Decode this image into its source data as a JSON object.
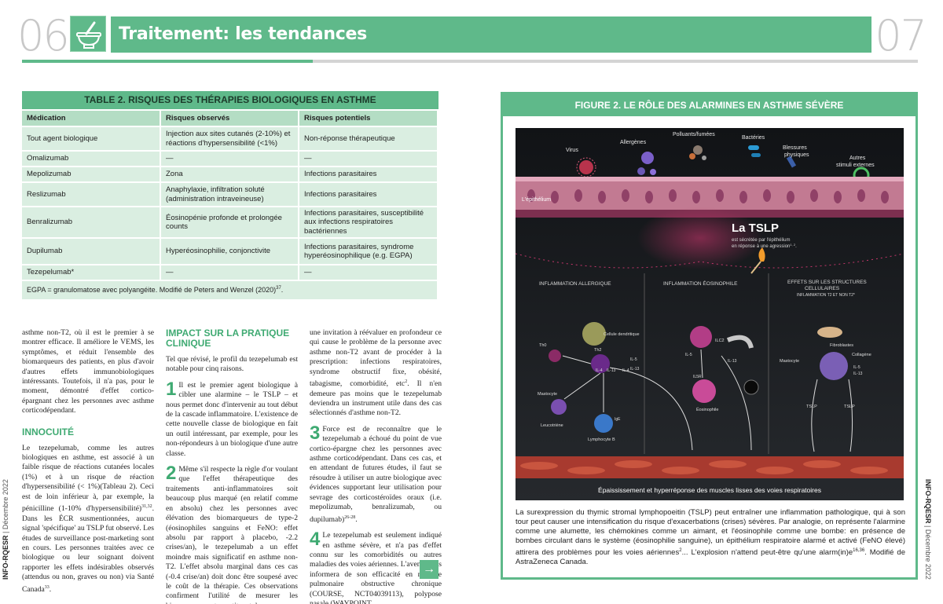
{
  "header": {
    "page_left": "06",
    "page_right": "07",
    "title": "Traitement: les tendances",
    "icon": "mortar-pestle-icon"
  },
  "table": {
    "caption": "TABLE 2. RISQUES DES THÉRAPIES BIOLOGIQUES EN ASTHME",
    "headers": [
      "Médication",
      "Risques observés",
      "Risques potentiels"
    ],
    "rows": [
      [
        "Tout agent biologique",
        "Injection aux sites cutanés (2-10%) et réactions d'hypersensibilité (<1%)",
        "Non-réponse thérapeutique"
      ],
      [
        "Omalizumab",
        "—",
        "—"
      ],
      [
        "Mepolizumab",
        "Zona",
        "Infections parasitaires"
      ],
      [
        "Reslizumab",
        "Anaphylaxie, infiltration soluté (administration intraveineuse)",
        "Infections parasitaires"
      ],
      [
        "Benralizumab",
        "Éosinopénie profonde et prolongée counts",
        "Infections parasitaires, susceptibilité aux infections respiratoires bactériennes"
      ],
      [
        "Dupilumab",
        "Hyperéosinophilie, conjonctivite",
        "Infections parasitaires, syndrome hyperéosinophilique (e.g. EGPA)"
      ],
      [
        "Tezepelumab*",
        "—",
        "—"
      ]
    ],
    "note": "EGPA = granulomatose avec polyangéite. Modifié de Peters and Wenzel (2020)",
    "note_ref": "37",
    "note_end": "."
  },
  "col1": {
    "p1": "asthme non-T2, où il est le premier à se montrer efficace. Il améliore le VEMS, les symptômes, et réduit l'ensemble des biomarqueurs des patients, en plus d'avoir d'autres effets immunobiologiques intéressants. Toutefois, il n'a pas, pour le moment, démontré d'effet cortico-épargnant chez les personnes avec asthme corticodépendant.",
    "heading": "INNOCUITÉ",
    "p2a": "Le tezepelumab, comme les autres biologiques en asthme, est associé à un faible risque de réactions cutanées locales (1%) et à un risque de réaction d'hypersensibilité (< 1%)(Tableau 2). Ceci est de loin inférieur à, par exemple, la pénicilline (1-10% d'hypersensibilité)",
    "p2a_ref": "31,32",
    "p2b": ". Dans les ÉCR susmentionnées, aucun signal 'spécifique' au TSLP fut observé. Les études de surveillance post-marketing sont en cours. Les personnes traitées avec ce biologique ou leur soignant doivent rapporter les effets indésirables observés (attendus ou non, graves ou non) via Santé Canada",
    "p2b_ref": "33",
    "p2c": "."
  },
  "col2": {
    "heading": "IMPACT SUR LA PRATIQUE CLINIQUE",
    "intro": "Tel que révisé, le profil du tezepelumab est notable pour cinq raisons.",
    "n1": "1",
    "p1": "Il est le premier agent biologique à cibler une alarmine – le TSLP – et nous permet donc d'intervenir au tout début de la cascade inflammatoire. L'existence de cette nouvelle classe de biologique en fait un outil intéressant, par exemple, pour les non-répondeurs à un biologique d'une autre classe.",
    "n2": "2",
    "p2": "Même s'il respecte la règle d'or voulant que l'effet thérapeutique des traitements anti-inflammatoires soit beaucoup plus marqué (en relatif comme en absolu) chez les personnes avec élévation des biomarqueurs de type-2 (éosinophiles sanguins et FeNO: effet absolu par rapport à placebo, -2.2 crises/an), le tezepelumab a un effet moindre mais significatif en asthme non-T2. L'effet absolu marginal dans ces cas (-0.4 crise/an) doit donc être soupesé avec le coût de la thérapie. Ces observations confirment l'utilité de mesurer les biomarqueurs, et constituent donc"
  },
  "col3": {
    "p0a": "une invitation à réévaluer en profondeur ce qui cause le problème de la personne avec asthme non-T2 avant de procéder à la prescription: infections respiratoires, syndrome obstructif fixe, obésité, tabagisme, comorbidité, etc",
    "p0a_ref": "2",
    "p0b": ". Il n'en demeure pas moins que le tezepelumab deviendra un instrument utile dans des cas sélectionnés d'asthme non-T2.",
    "n3": "3",
    "p3a": "Force est de reconnaître que le tezepelumab a échoué du point de vue cortico-épargne chez les personnes avec asthme corticodépendant. Dans ces cas, et en attendant de futures études, il faut se résoudre à utiliser un autre biologique avec évidences supportant leur utilisation pour sevrage des corticostéroïdes oraux (i.e. mepolizumab, benralizumab, ou dupilumab)",
    "p3a_ref": "26-28",
    "p3b": ".",
    "n4": "4",
    "p4": "Le tezepelumab est seulement indiqué en asthme sévère, et n'a pas d'effet connu sur les comorbidités ou autres maladies des voies aériennes. L'avenir nous informera de son efficacité en maladie pulmonaire obstructive chronique (COURSE, NCT04039113), polypose nasale (WAYPOINT,"
  },
  "continue_arrow": "→",
  "side_left": {
    "bold": "INFO-RQESR",
    "rest": " | Décembre 2022"
  },
  "side_right": {
    "bold": "INFO-RQESR",
    "rest": " | Décembre 2022"
  },
  "figure": {
    "caption": "FIGURE 2. LE RÔLE DES ALARMINES EN ASTHME SÉVÈRE",
    "labels": {
      "virus": "Virus",
      "allergens": "Allergènes",
      "pollutants": "Polluants/fumées",
      "bacteria": "Bactéries",
      "injuries_1": "Blessures",
      "injuries_2": "physiques",
      "other_1": "Autres",
      "other_2": "stimuli externes",
      "epithelium": "L'épithélium",
      "tslp_title": "La TSLP",
      "tslp_sub1": "est sécrétée par l'épithélium",
      "tslp_sub2": "en réponse à une agression",
      "tslp_sub_ref": "1, 2",
      "tslp_sub_end": ".",
      "panel1": "INFLAMMATION ALLERGIQUE",
      "panel2": "INFLAMMATION ÉOSINOPHILE",
      "panel3a": "EFFETS SUR LES STRUCTURES",
      "panel3b": "CELLULAIRES",
      "panel3c": "INFLAMMATION T2 ET NON T2*",
      "dendritic": "Cellule dendritique",
      "th0": "Th0",
      "th2": "Th2",
      "il5": "IL-5",
      "il4": "IL-4",
      "il13": "IL-13",
      "il4b": "IL-4",
      "il13b": "IL-13",
      "mastocyte": "Mastocyte",
      "leucotriene": "Leucotriène",
      "ige": "IgE",
      "lymphocyte_b": "Lymphocyte B",
      "il5b": "IL-5",
      "ilc2": "ILC2",
      "il13c": "IL-13",
      "il5r": "IL5R",
      "eosinophile": "Éosinophile",
      "fibroblastes": "Fibroblastes",
      "collagene": "Collagène",
      "mastocyte2": "Mastocyte",
      "il5c": "IL-5",
      "il13d": "IL-13",
      "tslp1": "TSLP",
      "tslp2": "TSLP",
      "muscle": "Épaississement et hyperréponse des muscles lisses des voies respiratoires"
    },
    "text": "La surexpression du thymic stromal lymphopoeitin (TSLP) peut entraîner une inflammation pathologique, qui à son tour peut causer une intensification du risque d'exacerbations (crises) sévères. Par analogie, on représente l'alarmine comme une alumette, les chémokines comme un aimant, et l'éosinophile comme une bombe: en présence de bombes circulant dans le système (éosinophilie sanguine), un épithélium respiratoire alarmé et activé (FeNO élevé) attirera des problèmes pour les voies aériennes",
    "text_ref1": "2",
    "text_mid": "... L'explosion n'attend peut-être qu'une alarm(in)e",
    "text_ref2": "16,36",
    "text_end": ". Modifié de AstraZeneca Canada."
  },
  "colors": {
    "green": "#5fb98a",
    "light_green": "#daeee1",
    "header_green": "#b4ddc4",
    "heading_green": "#3faa72"
  }
}
